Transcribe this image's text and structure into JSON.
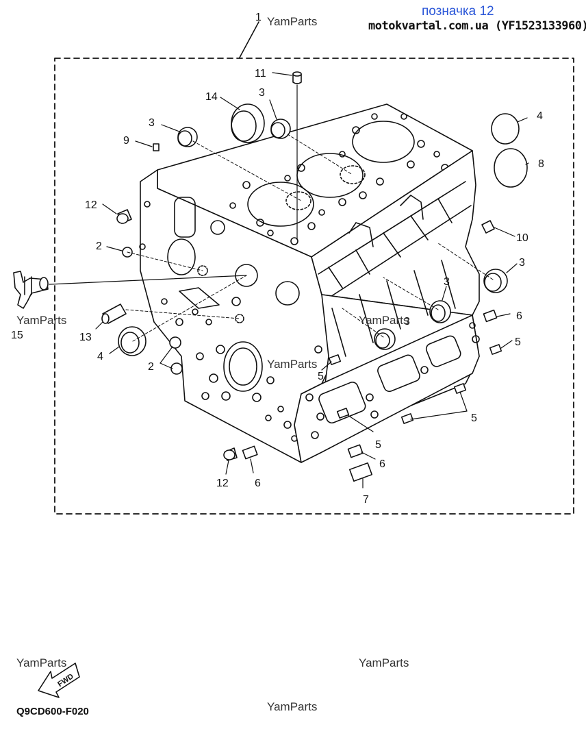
{
  "header": {
    "title": "позначка 12",
    "subtitle": "motokvartal.com.ua (YF1523133960)"
  },
  "watermark": "YamParts",
  "figure_code": "Q9CD600-F020",
  "fwd_label": "FWD",
  "callouts": {
    "c1": "1",
    "c2a": "2",
    "c2b": "2",
    "c3a": "3",
    "c3b": "3",
    "c3c": "3",
    "c3d": "3",
    "c3e": "3",
    "c4a": "4",
    "c4b": "4",
    "c5a": "5",
    "c5b": "5",
    "c5c": "5",
    "c5d": "5",
    "c6a": "6",
    "c6b": "6",
    "c6c": "6",
    "c7": "7",
    "c8": "8",
    "c9": "9",
    "c10": "10",
    "c11": "11",
    "c12a": "12",
    "c12b": "12",
    "c13": "13",
    "c14": "14",
    "c15": "15"
  }
}
